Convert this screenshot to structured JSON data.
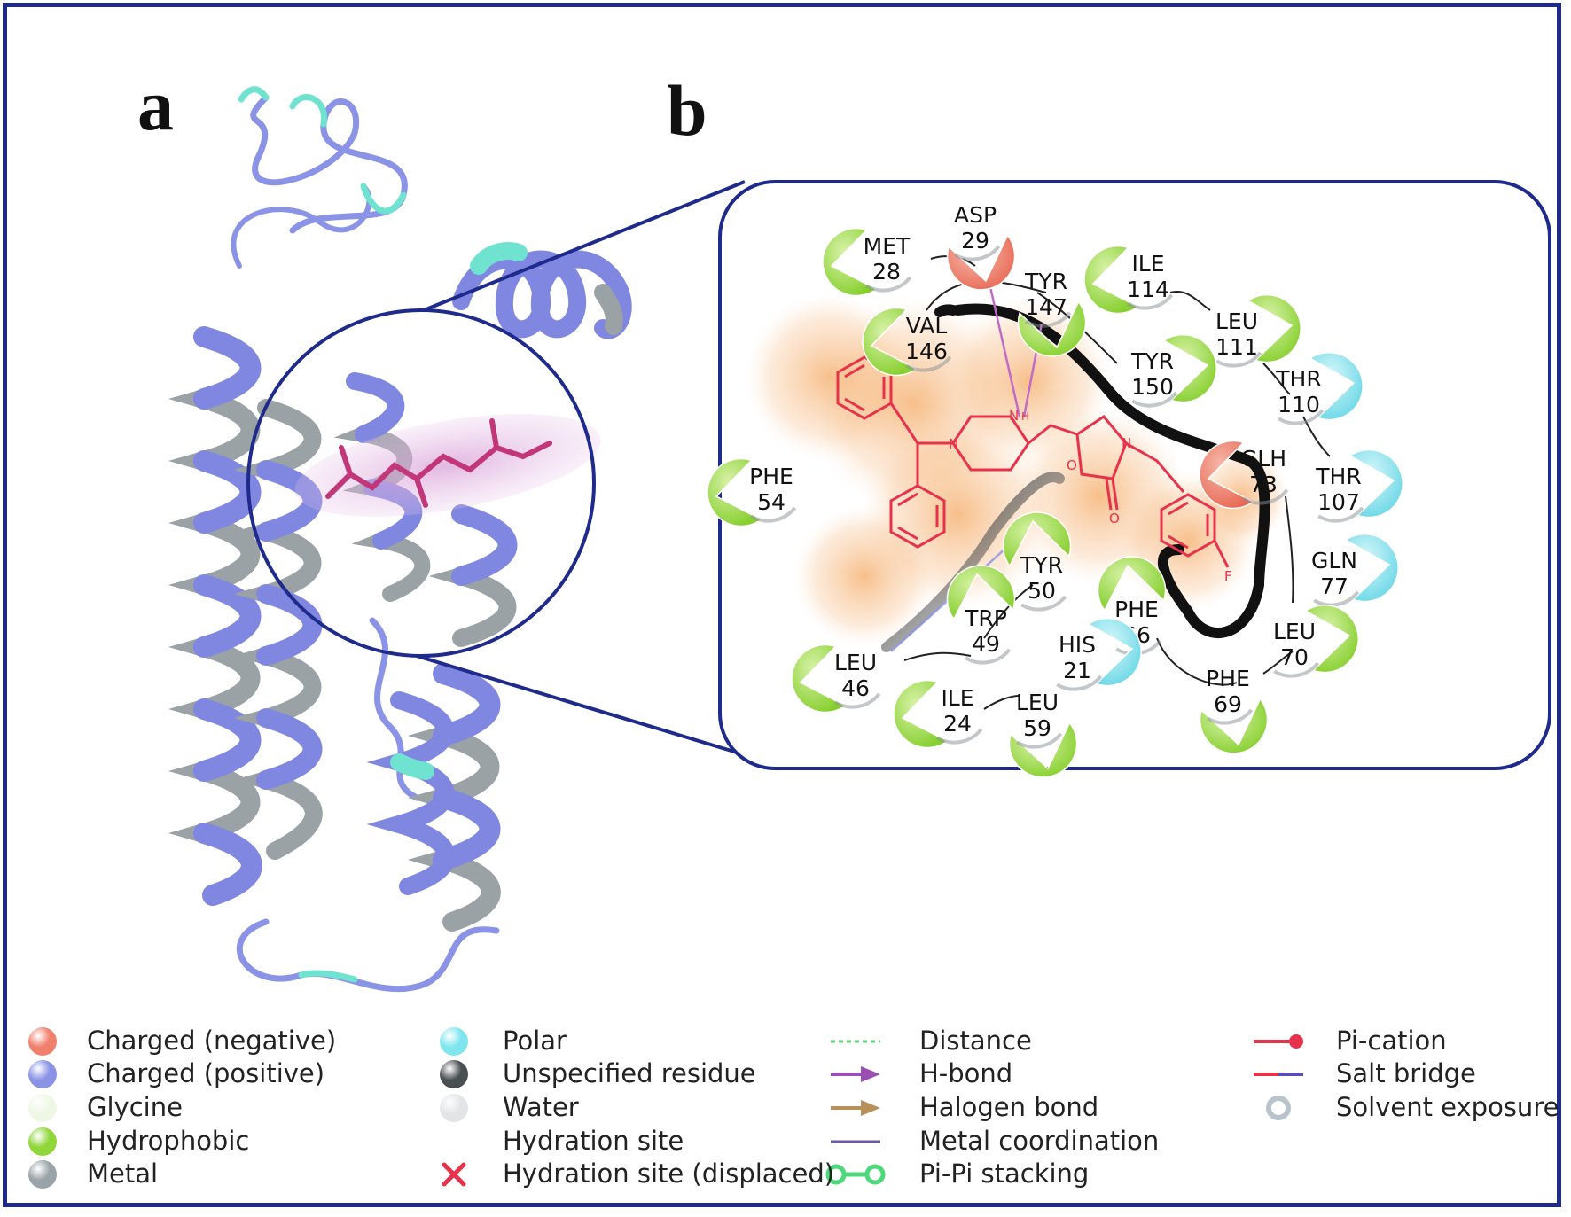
{
  "panels": {
    "a": "a",
    "b": "b"
  },
  "colors": {
    "frame": "#1e2a8c",
    "negative": "#f07f6c",
    "positive": "#8a93e6",
    "glycine": "#eaf6d8",
    "hydrophobic": "#8fd63a",
    "polar": "#7fe6ee",
    "metal": "#9aa3a8",
    "ligand": "#e8324b",
    "helix": "#7f87e0",
    "helix_back": "#9aa2a6",
    "loop_cyan": "#6fe3cf",
    "pocket": "#f3a14a"
  },
  "residues": [
    {
      "name": "ASP",
      "num": "29",
      "type": "negative"
    },
    {
      "name": "MET",
      "num": "28",
      "type": "hydrophobic"
    },
    {
      "name": "TYR",
      "num": "147",
      "type": "hydrophobic"
    },
    {
      "name": "ILE",
      "num": "114",
      "type": "hydrophobic"
    },
    {
      "name": "LEU",
      "num": "111",
      "type": "hydrophobic"
    },
    {
      "name": "VAL",
      "num": "146",
      "type": "hydrophobic"
    },
    {
      "name": "TYR",
      "num": "150",
      "type": "hydrophobic"
    },
    {
      "name": "THR",
      "num": "110",
      "type": "polar"
    },
    {
      "name": "GLH",
      "num": "73",
      "type": "negative"
    },
    {
      "name": "THR",
      "num": "107",
      "type": "polar"
    },
    {
      "name": "PHE",
      "num": "54",
      "type": "hydrophobic"
    },
    {
      "name": "GLN",
      "num": "77",
      "type": "polar"
    },
    {
      "name": "TYR",
      "num": "50",
      "type": "hydrophobic"
    },
    {
      "name": "LEU",
      "num": "70",
      "type": "hydrophobic"
    },
    {
      "name": "PHE",
      "num": "66",
      "type": "hydrophobic"
    },
    {
      "name": "TRP",
      "num": "49",
      "type": "hydrophobic"
    },
    {
      "name": "HIS",
      "num": "21",
      "type": "polar"
    },
    {
      "name": "LEU",
      "num": "46",
      "type": "hydrophobic"
    },
    {
      "name": "PHE",
      "num": "69",
      "type": "hydrophobic"
    },
    {
      "name": "ILE",
      "num": "24",
      "type": "hydrophobic"
    },
    {
      "name": "LEU",
      "num": "59",
      "type": "hydrophobic"
    }
  ],
  "atom_labels": {
    "n1": "N",
    "n2": "N",
    "nh": "N",
    "h": "H",
    "o_ring": "O",
    "o_carbonyl": "O",
    "f": "F"
  },
  "legend": [
    [
      {
        "label": "Charged (negative)",
        "symbol": "sphere",
        "color": "#f07f6c"
      },
      {
        "label": "Charged (positive)",
        "symbol": "sphere",
        "color": "#8a93e6"
      },
      {
        "label": "Glycine",
        "symbol": "sphere",
        "color": "#eef7e4"
      },
      {
        "label": "Hydrophobic",
        "symbol": "sphere",
        "color": "#8fd63a"
      },
      {
        "label": "Metal",
        "symbol": "sphere",
        "color": "#9aa3a8"
      }
    ],
    [
      {
        "label": "Polar",
        "symbol": "sphere",
        "color": "#7fe6ee"
      },
      {
        "label": "Unspecified residue",
        "symbol": "sphere",
        "color": "#4a4f52"
      },
      {
        "label": "Water",
        "symbol": "sphere",
        "color": "#e2e4e6"
      },
      {
        "label": "Hydration site",
        "symbol": "none",
        "color": "#ffffff"
      },
      {
        "label": "Hydration site (displaced)",
        "symbol": "cross",
        "color": "#e8324b"
      }
    ],
    [
      {
        "label": "Distance",
        "symbol": "dashed",
        "color": "#5fd67a"
      },
      {
        "label": "H-bond",
        "symbol": "arrow",
        "color": "#9b4fb4"
      },
      {
        "label": "Halogen bond",
        "symbol": "arrow",
        "color": "#b8915a"
      },
      {
        "label": "Metal coordination",
        "symbol": "line",
        "color": "#6a5aa0"
      },
      {
        "label": "Pi-Pi stacking",
        "symbol": "dumbbell",
        "color": "#4cd97a"
      }
    ],
    [
      {
        "label": "Pi-cation",
        "symbol": "pication",
        "color": "#e8324b"
      },
      {
        "label": "Salt bridge",
        "symbol": "saltbridge",
        "color": "#e8324b"
      },
      {
        "label": "Solvent exposure",
        "symbol": "ring",
        "color": "#b9c3cc"
      }
    ]
  ]
}
